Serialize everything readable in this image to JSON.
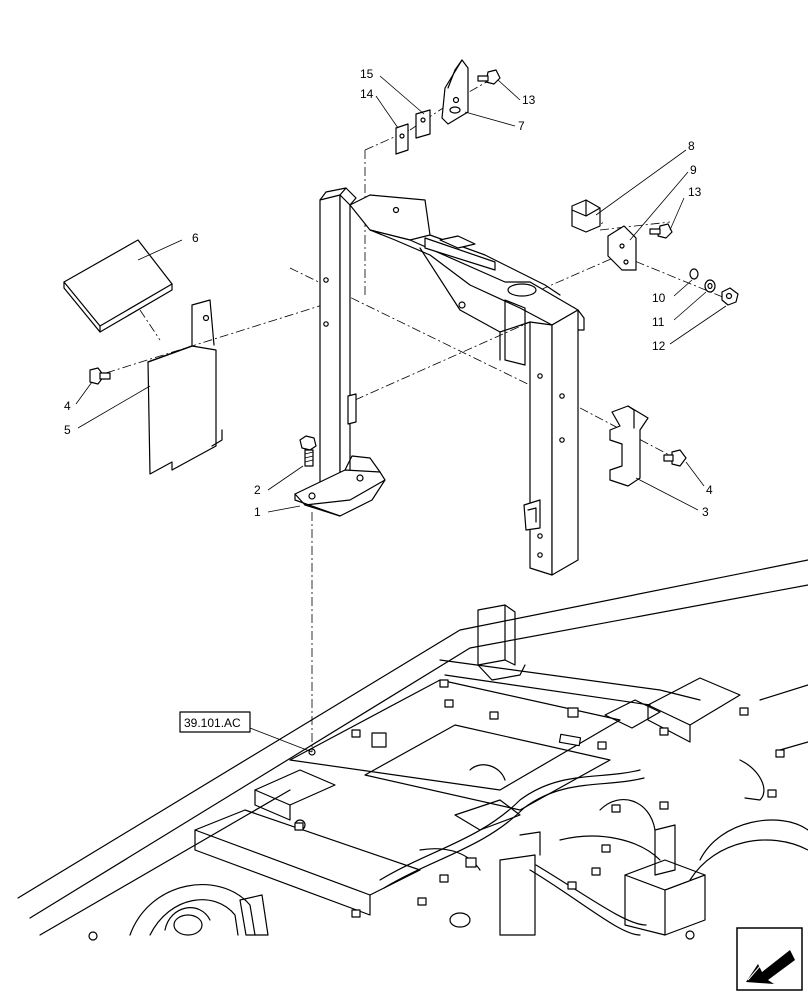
{
  "callouts": [
    {
      "id": "15",
      "label": "15"
    },
    {
      "id": "14",
      "label": "14"
    },
    {
      "id": "13a",
      "label": "13"
    },
    {
      "id": "7",
      "label": "7"
    },
    {
      "id": "8",
      "label": "8"
    },
    {
      "id": "9",
      "label": "9"
    },
    {
      "id": "13b",
      "label": "13"
    },
    {
      "id": "6",
      "label": "6"
    },
    {
      "id": "10",
      "label": "10"
    },
    {
      "id": "11",
      "label": "11"
    },
    {
      "id": "12",
      "label": "12"
    },
    {
      "id": "4a",
      "label": "4"
    },
    {
      "id": "5",
      "label": "5"
    },
    {
      "id": "2",
      "label": "2"
    },
    {
      "id": "1",
      "label": "1"
    },
    {
      "id": "4b",
      "label": "4"
    },
    {
      "id": "3",
      "label": "3"
    }
  ],
  "reference": {
    "label": "39.101.AC"
  },
  "nav_icon": "next-page-arrow-icon"
}
